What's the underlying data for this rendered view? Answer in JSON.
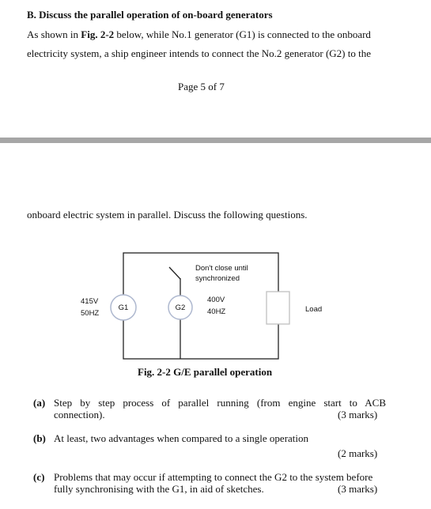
{
  "page_top": {
    "heading": "B. Discuss the parallel operation of on-board generators",
    "intro_line1_pre": "As shown in ",
    "intro_line1_fig": "Fig. 2-2",
    "intro_line1_post": " below, while No.1 generator (G1) is connected to the onboard",
    "intro_line2": "electricity system, a ship engineer intends to connect the No.2 generator (G2) to the",
    "page_number": "Page 5 of 7"
  },
  "page_bottom": {
    "continuation": "onboard electric system in parallel. Discuss the following questions."
  },
  "diagram": {
    "g1_label": "G1",
    "g2_label": "G2",
    "g1_voltage": "415V",
    "g1_freq": "50HZ",
    "g2_voltage": "400V",
    "g2_freq": "40HZ",
    "warning_line1": "Don't close until",
    "warning_line2": "synchronized",
    "load_label": "Load",
    "caption": "Fig. 2-2 G/E parallel operation"
  },
  "questions": [
    {
      "label": "(a)",
      "line1": "Step by step process of parallel running (from engine start to ACB",
      "line2": "connection).",
      "marks": "(3 marks)"
    },
    {
      "label": "(b)",
      "line1": "At least, two advantages when compared to a single operation",
      "marks": "(2 marks)"
    },
    {
      "label": "(c)",
      "line1": "Problems that may occur if attempting to connect the G2 to the system before",
      "line2": "fully synchronising with the G1, in aid of sketches.",
      "marks": "(3 marks)"
    }
  ],
  "colors": {
    "page_break_bar": "#a6a6a6",
    "circle_stroke": "#aeb8cf",
    "load_stroke": "#c0c0c0",
    "wire": "#222222"
  }
}
